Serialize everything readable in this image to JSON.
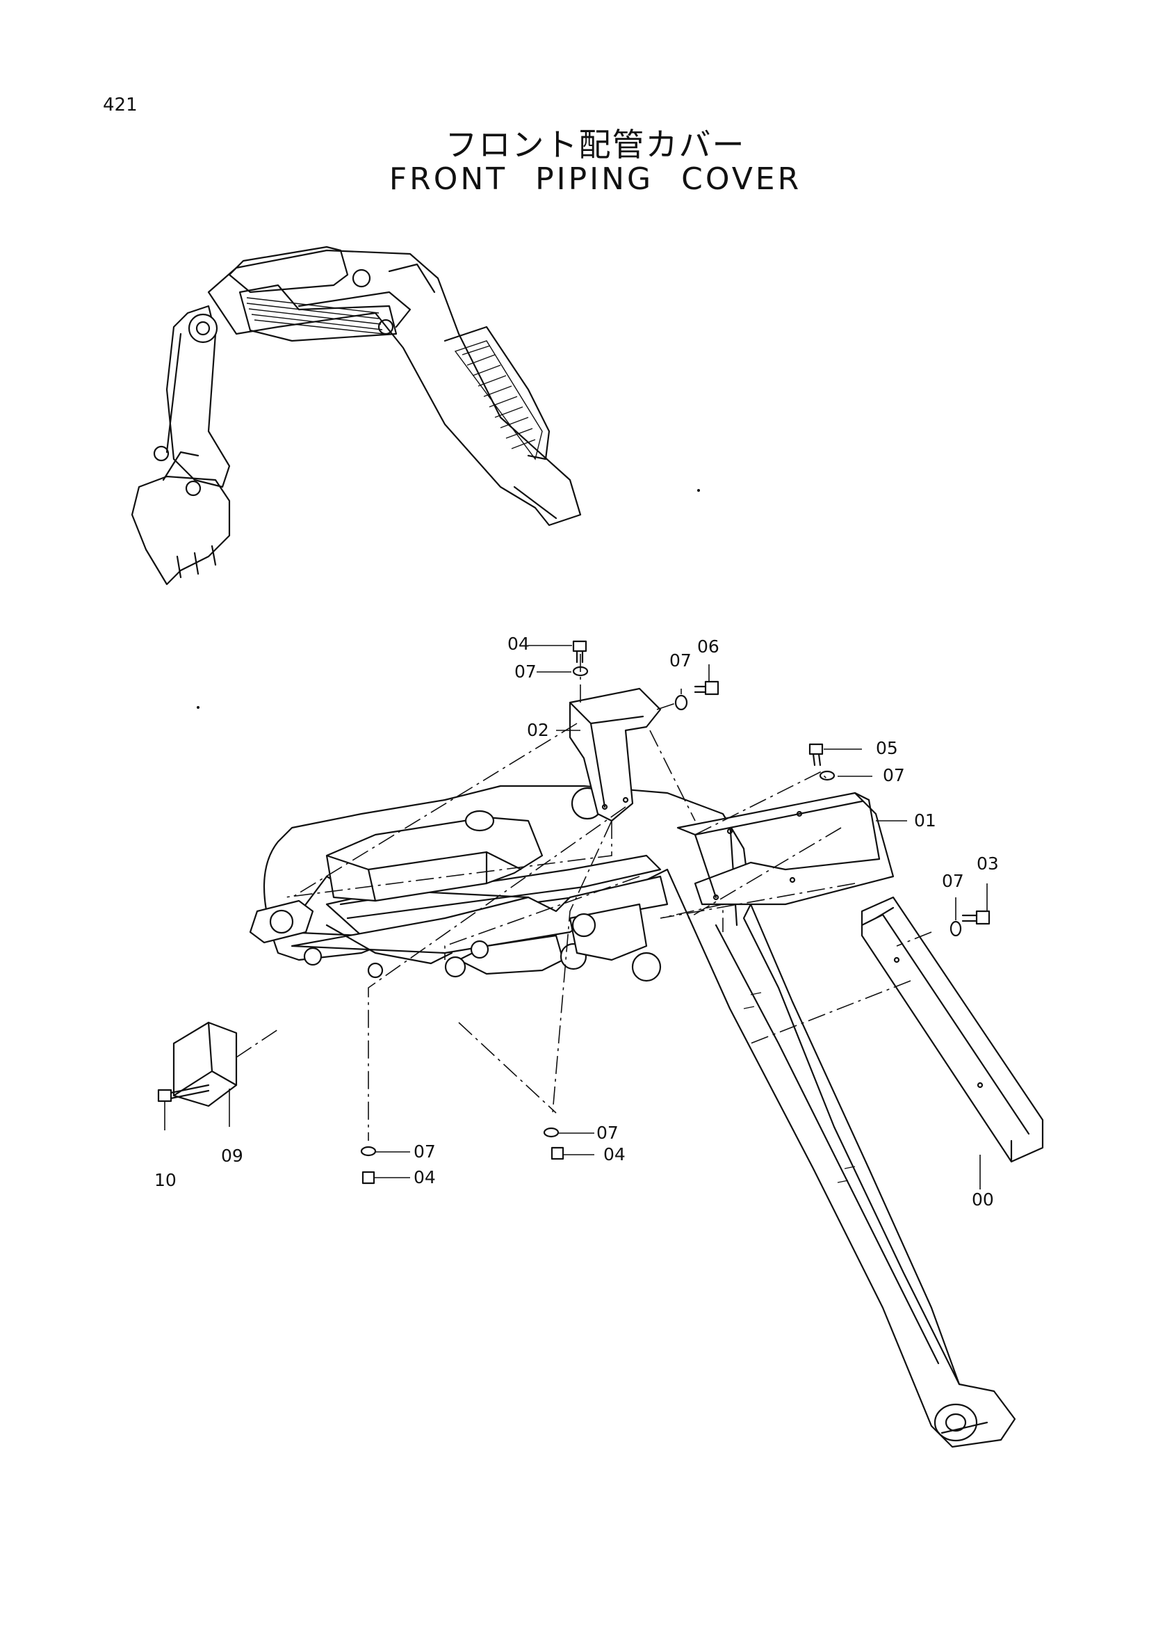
{
  "page_number": "421",
  "title_jp": "フロント配管カバー",
  "title_en": "FRONT PIPING COVER",
  "callouts": [
    "00",
    "01",
    "02",
    "03",
    "04",
    "05",
    "06",
    "07",
    "09",
    "10"
  ],
  "labels": {
    "c04_top": "04",
    "c07_top": "07",
    "c07_b": "07",
    "c06": "06",
    "c02": "02",
    "c05": "05",
    "c07_c": "07",
    "c01": "01",
    "c07_d": "07",
    "c03": "03",
    "c00": "00",
    "c10": "10",
    "c09": "09",
    "c07_e": "07",
    "c04_e": "04",
    "c07_f": "07",
    "c04_f": "04"
  }
}
